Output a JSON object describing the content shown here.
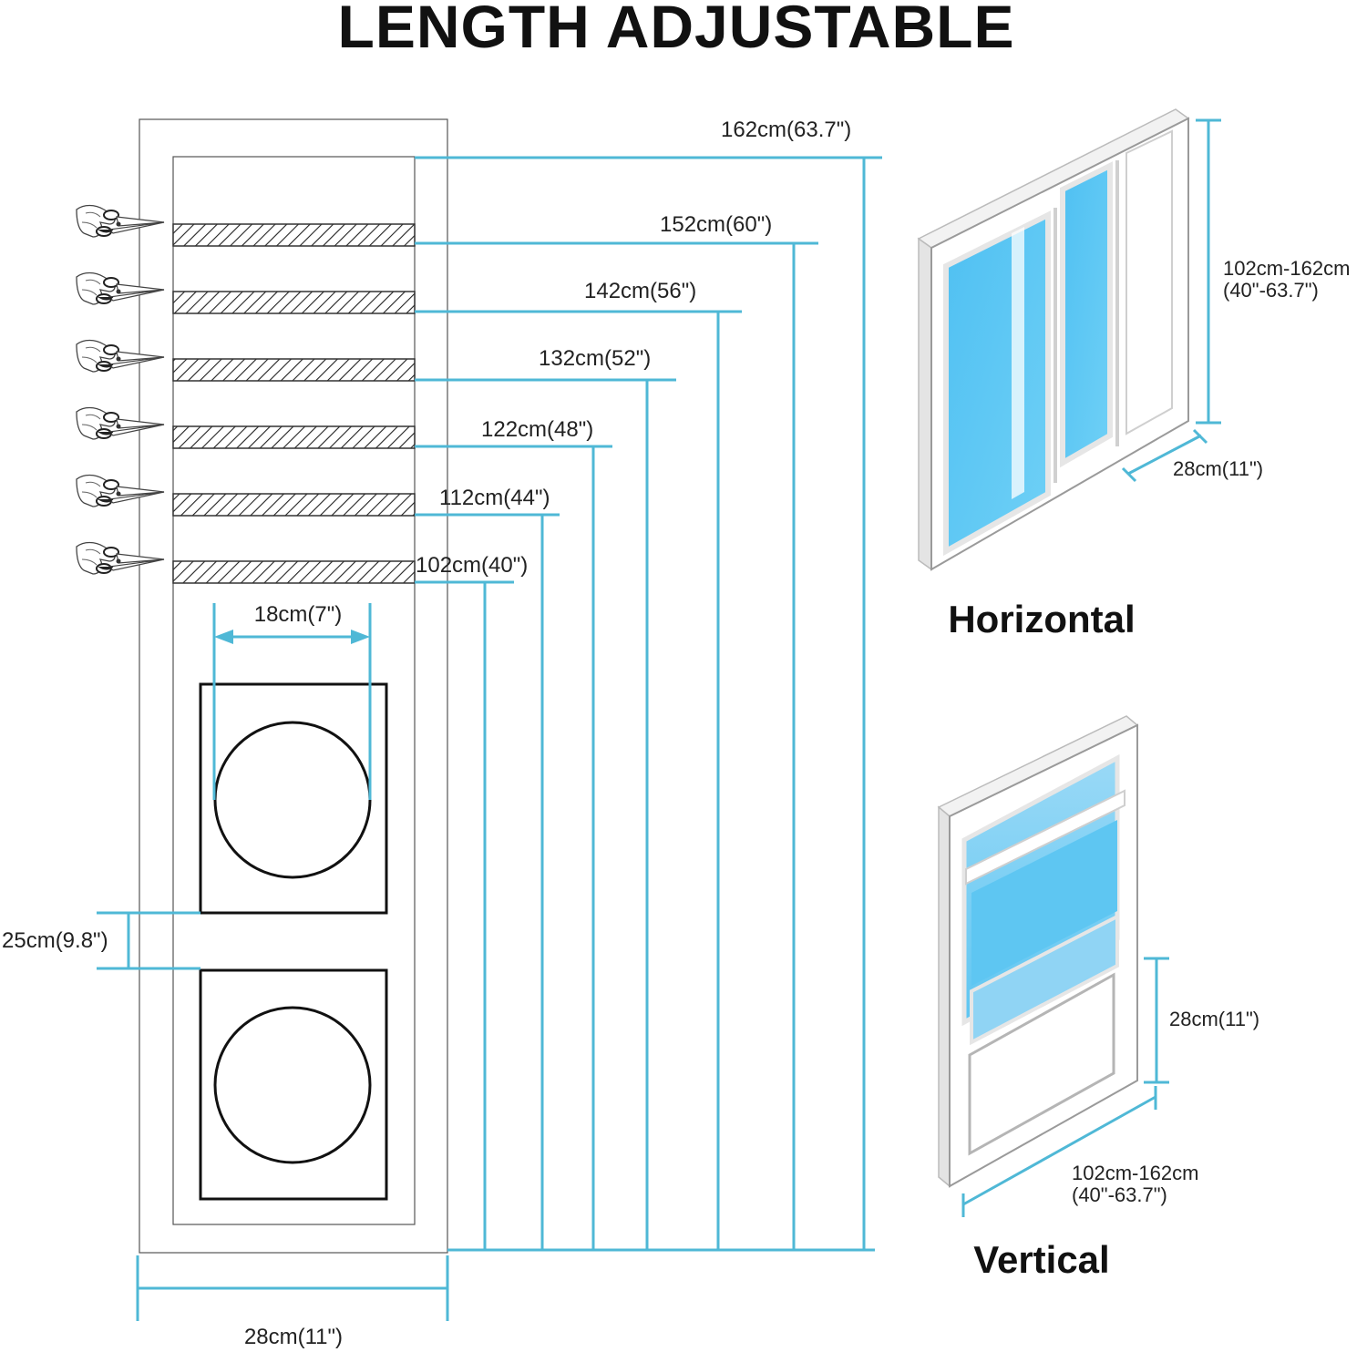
{
  "title": "LENGTH ADJUSTABLE",
  "lengths": [
    {
      "label": "162cm(63.7\")"
    },
    {
      "label": "152cm(60\")"
    },
    {
      "label": "142cm(56\")"
    },
    {
      "label": "132cm(52\")"
    },
    {
      "label": "122cm(48\")"
    },
    {
      "label": "112cm(44\")"
    },
    {
      "label": "102cm(40\")"
    }
  ],
  "hole_diameter": "18cm(7\")",
  "hole_spacing": "25cm(9.8\")",
  "panel_width": "28cm(11\")",
  "horizontal": {
    "caption": "Horizontal",
    "range_line1": "102cm-162cm",
    "range_line2": "(40\"-63.7\")",
    "width": "28cm(11\")"
  },
  "vertical": {
    "caption": "Vertical",
    "range_line1": "102cm-162cm",
    "range_line2": "(40\"-63.7\")",
    "width": "28cm(11\")"
  },
  "colors": {
    "dimension_line": "#4fb8d6",
    "glass": "#5bc3ef"
  }
}
